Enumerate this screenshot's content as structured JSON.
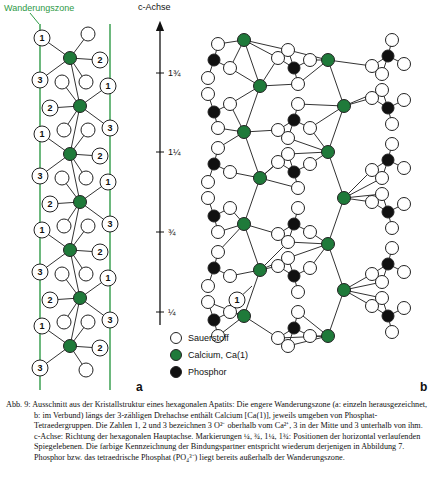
{
  "diagram": {
    "caption": "Abb. 9: Ausschnitt aus der Kristallstruktur eines hexagonalen Apatits: Die engere Wanderungszone (a: einzeln herausgezeichnet, b: im Verbund) längs der 3-zähligen Drehachse enthält Calcium [Ca(1)], jeweils umgeben von Phosphat-Tetraedergruppen. Die Zahlen 1, 2 und 3 bezeichnen 3 O²⁻ oberhalb vom Ca²⁺, 3 in der Mitte und 3 unterhalb von ihm. c-Achse: Richtung der hexagonalen Hauptachse. Markierungen ¼, ¾, 1¼, 1¾: Positionen der horizontal verlaufenden Spiegelebenen. Die farbige Kennzeichnung der Bindungspartner entspricht wiederum derjenigen in Abbildung 7. Phosphor bzw. das tetraedrische Phosphat (PO₄³⁻) liegt bereits außerhalb der Wanderungszone.",
    "labels": [
      "Wanderungszone",
      "c-Achse",
      "1¾",
      "1¼",
      "¾",
      "¼",
      "1",
      "2",
      "3",
      "1",
      "2",
      "3",
      "1",
      "2",
      "3",
      "1",
      "2",
      "3",
      "1",
      "2",
      "3",
      "1",
      "2",
      "3",
      "1",
      "2",
      "3",
      "1",
      "a",
      "b"
    ],
    "legend": [
      {
        "text": "Sauerstoff",
        "color": "#ffffff"
      },
      {
        "text": "Calcium, Ca(1)",
        "color": "#1f7a3a"
      },
      {
        "text": "Phosphor",
        "color": "#111111"
      }
    ]
  }
}
